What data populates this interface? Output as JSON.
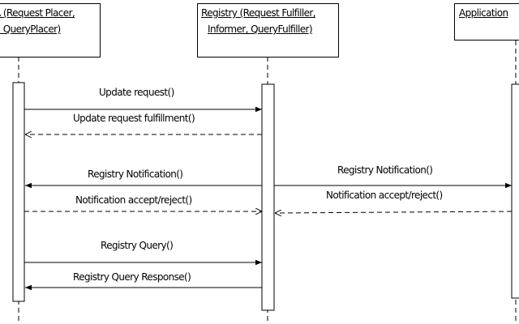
{
  "lifelines": [
    {
      "id": "requester",
      "lines": [
        "A (Request Placer,",
        "r, QueryPlacer)"
      ]
    },
    {
      "id": "registry",
      "lines": [
        "Registry (Request Fulfiller,",
        "Informer, QueryFulfiller)"
      ]
    },
    {
      "id": "application",
      "lines": [
        "Application"
      ]
    }
  ],
  "messages": [
    {
      "label": "Update request()",
      "from": "requester",
      "to": "registry",
      "style": "solid"
    },
    {
      "label": "Update request fulfillment()",
      "from": "registry",
      "to": "requester",
      "style": "dashed"
    },
    {
      "label": "Registry Notification()",
      "from": "registry",
      "to": "requester",
      "style": "solid"
    },
    {
      "label": "Notification accept/reject()",
      "from": "requester",
      "to": "registry",
      "style": "dashed"
    },
    {
      "label": "Registry Notification()",
      "from": "registry",
      "to": "application",
      "style": "solid"
    },
    {
      "label": "Notification accept/reject()",
      "from": "application",
      "to": "registry",
      "style": "dashed"
    },
    {
      "label": "Registry Query()",
      "from": "requester",
      "to": "registry",
      "style": "solid"
    },
    {
      "label": "Registry Query Response()",
      "from": "registry",
      "to": "requester",
      "style": "solid"
    }
  ]
}
